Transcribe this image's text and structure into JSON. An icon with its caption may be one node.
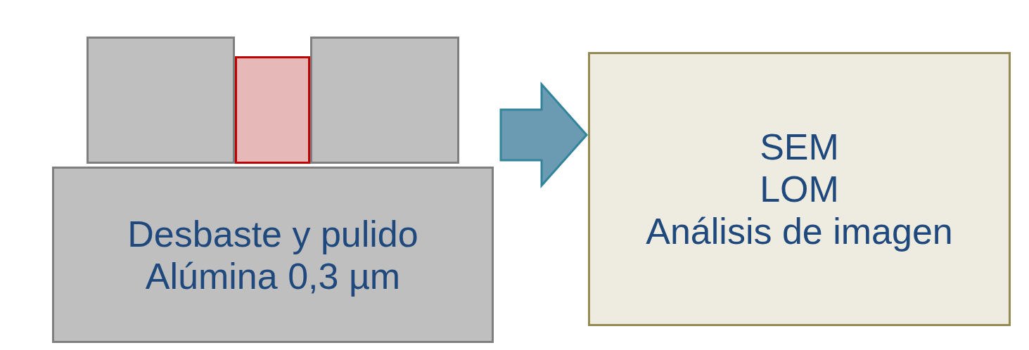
{
  "diagram": {
    "nodes": [
      {
        "text": [
          "Desbaste y pulido",
          "Alúmina 0,3 µm"
        ]
      },
      {
        "text": [],
        "shape": "box"
      },
      {
        "text": [],
        "shape": "box"
      },
      {
        "text": [],
        "shape": "box"
      },
      {
        "text": [
          "SEM",
          "LOM",
          "Análisis de imagen"
        ]
      }
    ],
    "edges": [
      {
        "from": null,
        "to": 4,
        "arrow": "to"
      }
    ]
  }
}
